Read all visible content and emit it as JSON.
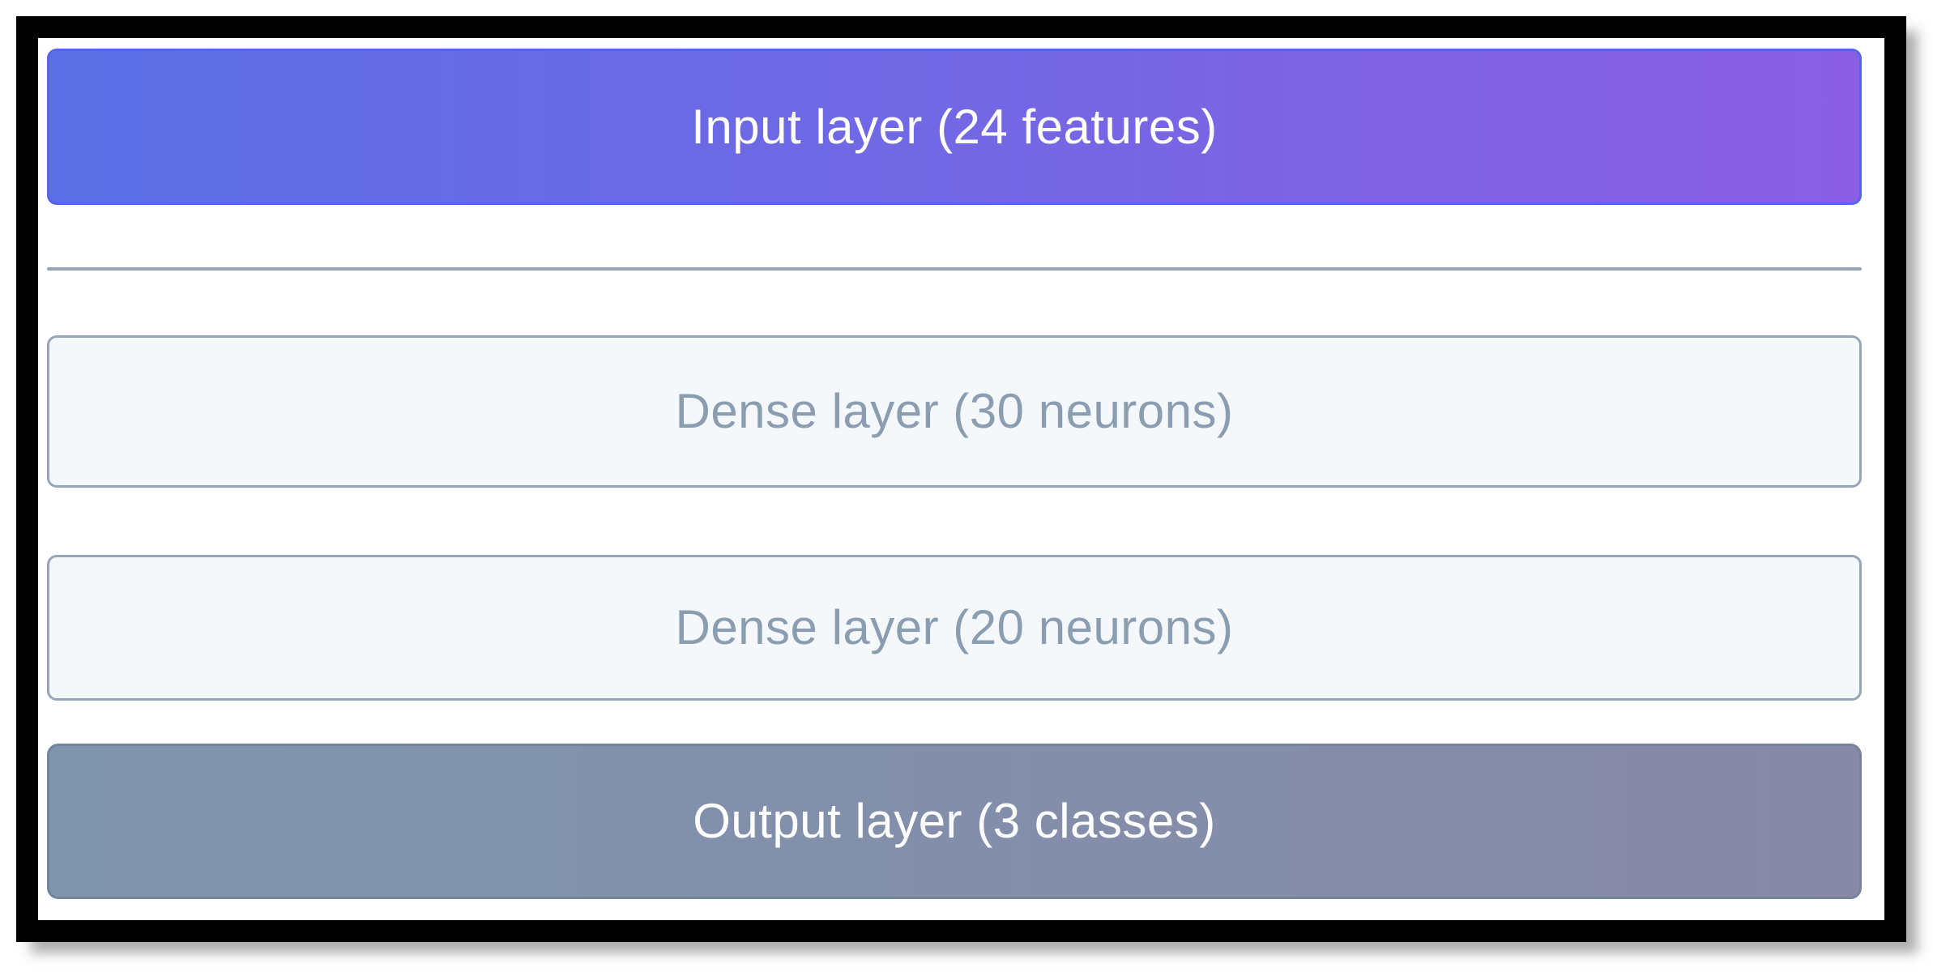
{
  "diagram": {
    "kind": "neural-network-architecture",
    "layers": [
      {
        "label": "Input layer (24 features)",
        "type": "input",
        "units": 24,
        "unit_kind": "features"
      },
      {
        "label": "Dense layer (30 neurons)",
        "type": "dense",
        "units": 30,
        "unit_kind": "neurons"
      },
      {
        "label": "Dense layer (20 neurons)",
        "type": "dense",
        "units": 20,
        "unit_kind": "neurons"
      },
      {
        "label": "Output layer (3 classes)",
        "type": "output",
        "units": 3,
        "unit_kind": "classes"
      }
    ],
    "colors": {
      "input_gradient_left": "#5a6fe5",
      "input_gradient_right": "#8b5fe4",
      "input_text": "#ffffff",
      "dense_fill": "#f5f8fa",
      "dense_border": "#95a6b8",
      "dense_text": "#8a9db1",
      "output_gradient_left": "#7f95ad",
      "output_gradient_right": "#8789a7",
      "output_text": "#ffffff",
      "divider": "#96a5b5",
      "frame": "#000000",
      "background": "#ffffff"
    }
  }
}
